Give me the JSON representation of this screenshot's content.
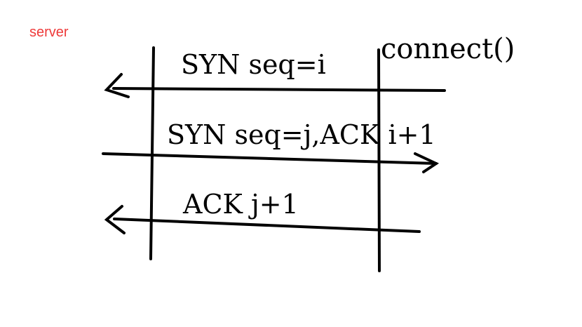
{
  "labels": {
    "server": "server",
    "call": "connect()"
  },
  "messages": [
    {
      "text": "SYN seq=i",
      "direction": "left"
    },
    {
      "text": "SYN seq=j,ACK i+1",
      "direction": "right"
    },
    {
      "text": "ACK j+1",
      "direction": "left"
    }
  ],
  "colors": {
    "server_label": "#ee3a3a",
    "ink": "#000000",
    "background": "#ffffff"
  }
}
